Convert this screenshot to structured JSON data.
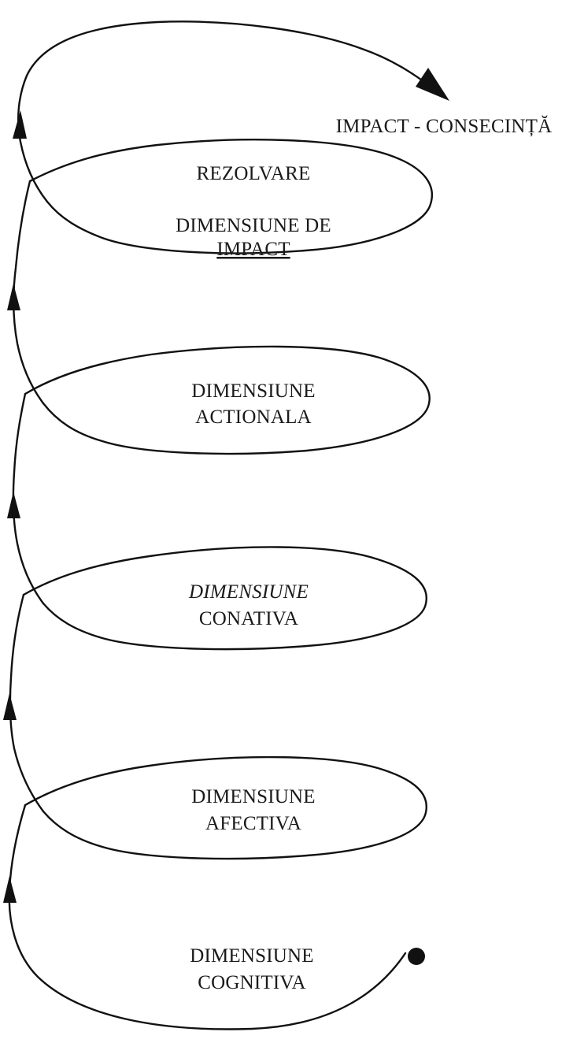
{
  "diagram": {
    "outcome_label": "IMPACT - CONSECINȚĂ",
    "levels": [
      {
        "line1": "DIMENSIUNE",
        "line2": "COGNITIVA"
      },
      {
        "line1": "DIMENSIUNE",
        "line2": "AFECTIVA"
      },
      {
        "line1": "DIMENSIUNE",
        "line2": "CONATIVA"
      },
      {
        "line1": "DIMENSIUNE",
        "line2": "ACTIONALA"
      },
      {
        "line0": "REZOLVARE",
        "line1": "DIMENSIUNE DE",
        "line2": "IMPACT"
      }
    ]
  }
}
